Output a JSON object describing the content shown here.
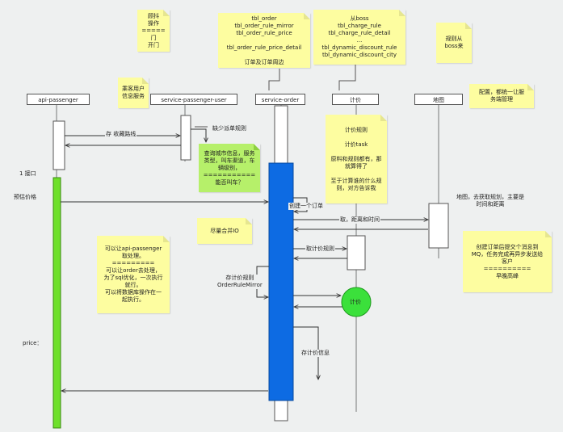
{
  "actors": {
    "api_passenger": "api-passenger",
    "service_passenger_user": "service-passenger-user",
    "service_order": "service-order",
    "price": "计价",
    "map": "地图"
  },
  "notes": {
    "top_left": "顾抖\n操作\n=====\n门\n开门",
    "order_tables": "tbl_order\ntbl_order_rule_mirror\ntbl_order_rule_price\n\ntbl_order_rule_price_detail\n\n订单及订单周边",
    "price_tables": "从boss\ntbl_charge_rule\ntbl_charge_rule_detail\n...\ntbl_dynamic_discount_rule\ntbl_dynamic_discount_city",
    "rule_from_boss": "规则从\nboss来",
    "customer_info": "乘客用户\n信息服务",
    "config": "配置，都统一让服\n务端管理",
    "price_rules": "计价规则\n\n计价task\n\n原料和规则都有，那\n就算得了\n\n至于计算谁的什么规\n则，对方告诉我",
    "query_city": "查询城市信息，服务\n类型，叫车渠道，车\n辆级别，\n===========\n能否叫车？",
    "merge_io": "尽量合并IO",
    "mq_note": "创建订单后提交个消息到\nMQ，任务完成再异步发送给\n客户\n==========\n早晚高峰",
    "passenger_note": "可以让api-passenger\n取处理。\n=========\n可以让order去处理，\n为了sql优化，一次执行\n就行。\n可以将数据库操作在一\n起执行。"
  },
  "messages": {
    "save_route": "存 收藏路线",
    "missing_rule": "缺少派单规则",
    "create_order": "创建一个订单",
    "get_distance": "取，距离和时间",
    "get_price_rule": "取计价规则",
    "save_rule_mirror": "存计价规则\nOrderRuleMirror",
    "save_price_info": "存计价信息"
  },
  "labels": {
    "interface": "1 接口",
    "estimate": "预估价格",
    "price": "price：",
    "map_note": "地图，去获取规划，主要是\n时间和距离",
    "price_circle": "计价"
  },
  "colors": {
    "activation_blue": "#0d6be3",
    "activation_green": "#6ee02a",
    "note_yellow": "#fdfda0",
    "note_green": "#b6f06a"
  }
}
